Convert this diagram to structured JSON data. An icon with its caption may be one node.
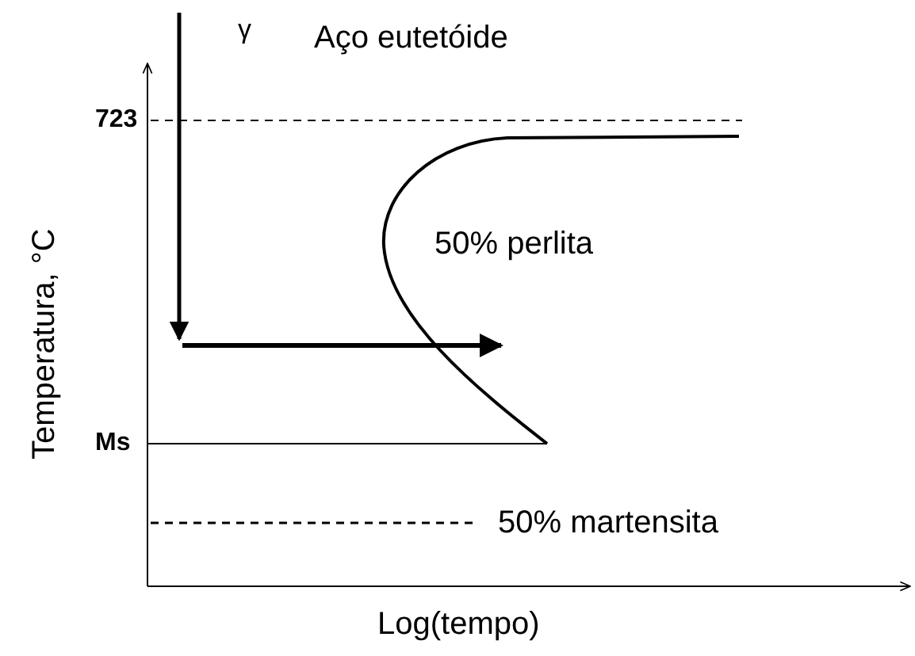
{
  "diagram": {
    "title": "Aço eutetóide",
    "labels": [
      "γ",
      "723",
      "50% perlita",
      "Temperatura, °C",
      "Ms",
      "50% martensita",
      "Log(tempo)"
    ]
  }
}
